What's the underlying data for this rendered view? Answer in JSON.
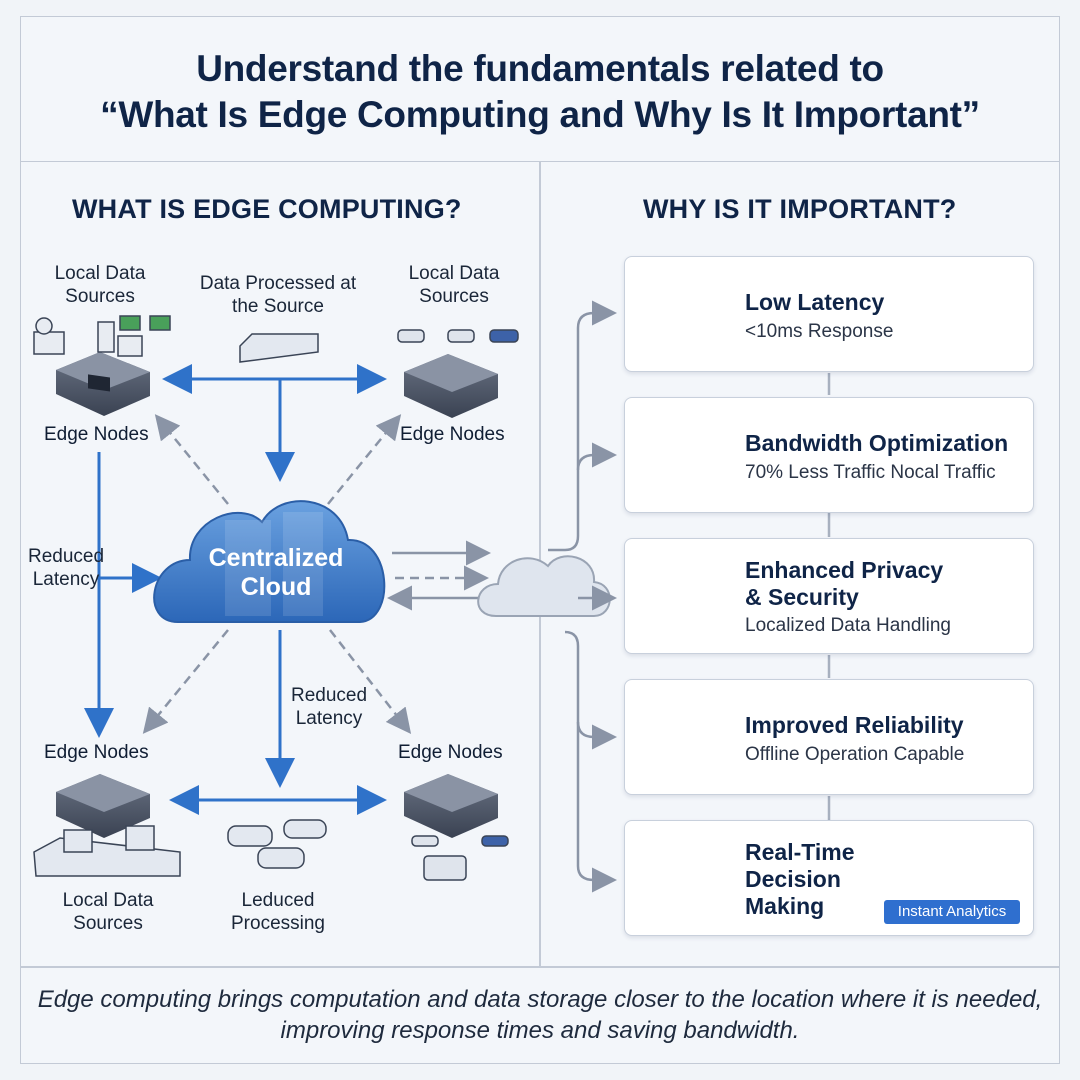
{
  "header": {
    "title_line1": "Understand the fundamentals related to",
    "title_line2": "“What Is Edge Computing and Why Is It Important”"
  },
  "left": {
    "heading": "WHAT IS EDGE COMPUTING?",
    "top_left_sources": "Local Data Sources",
    "top_center": "Data Processed at the Source",
    "top_right_sources": "Local Data Sources",
    "edge_nodes_tl": "Edge Nodes",
    "edge_nodes_tr": "Edge Nodes",
    "edge_nodes_bl": "Edge Nodes",
    "edge_nodes_br": "Edge Nodes",
    "reduced_latency_left": "Reduced Latency",
    "reduced_latency_center": "Reduced Latency",
    "cloud_label": "Centralized Cloud",
    "bottom_left_sources": "Local Data Sources",
    "bottom_center": "Leduced Processing"
  },
  "right": {
    "heading": "WHY IS IT IMPORTANT?",
    "cards": [
      {
        "title": "Low Latency",
        "subtitle": "<10ms Response",
        "icon": "stopwatch-icon"
      },
      {
        "title": "Bandwidth Optimization",
        "subtitle": "70% Less Traffic Nocal Traffic",
        "icon": "pipe-flow-icon"
      },
      {
        "title": "Enhanced Privacy & Security",
        "subtitle": "Localized Data Handling",
        "icon": "padlock-icon"
      },
      {
        "title": "Improved Reliability",
        "subtitle": "Offline Operation Capable",
        "icon": "edge-server-icon"
      },
      {
        "title": "Real-Time Decision Making",
        "subtitle": "",
        "icon": "dashboard-chart-icon",
        "badge": "Instant Analytics"
      }
    ]
  },
  "footer": {
    "text": "Edge computing brings computation and data storage closer to the location where it is needed, improving response times and saving bandwidth."
  },
  "colors": {
    "accent": "#2f6fcf",
    "arrow_blue": "#2f72c9",
    "arrow_gray": "#8a94a6",
    "cloud": "#3f7ecb",
    "navy": "#0f2447"
  }
}
